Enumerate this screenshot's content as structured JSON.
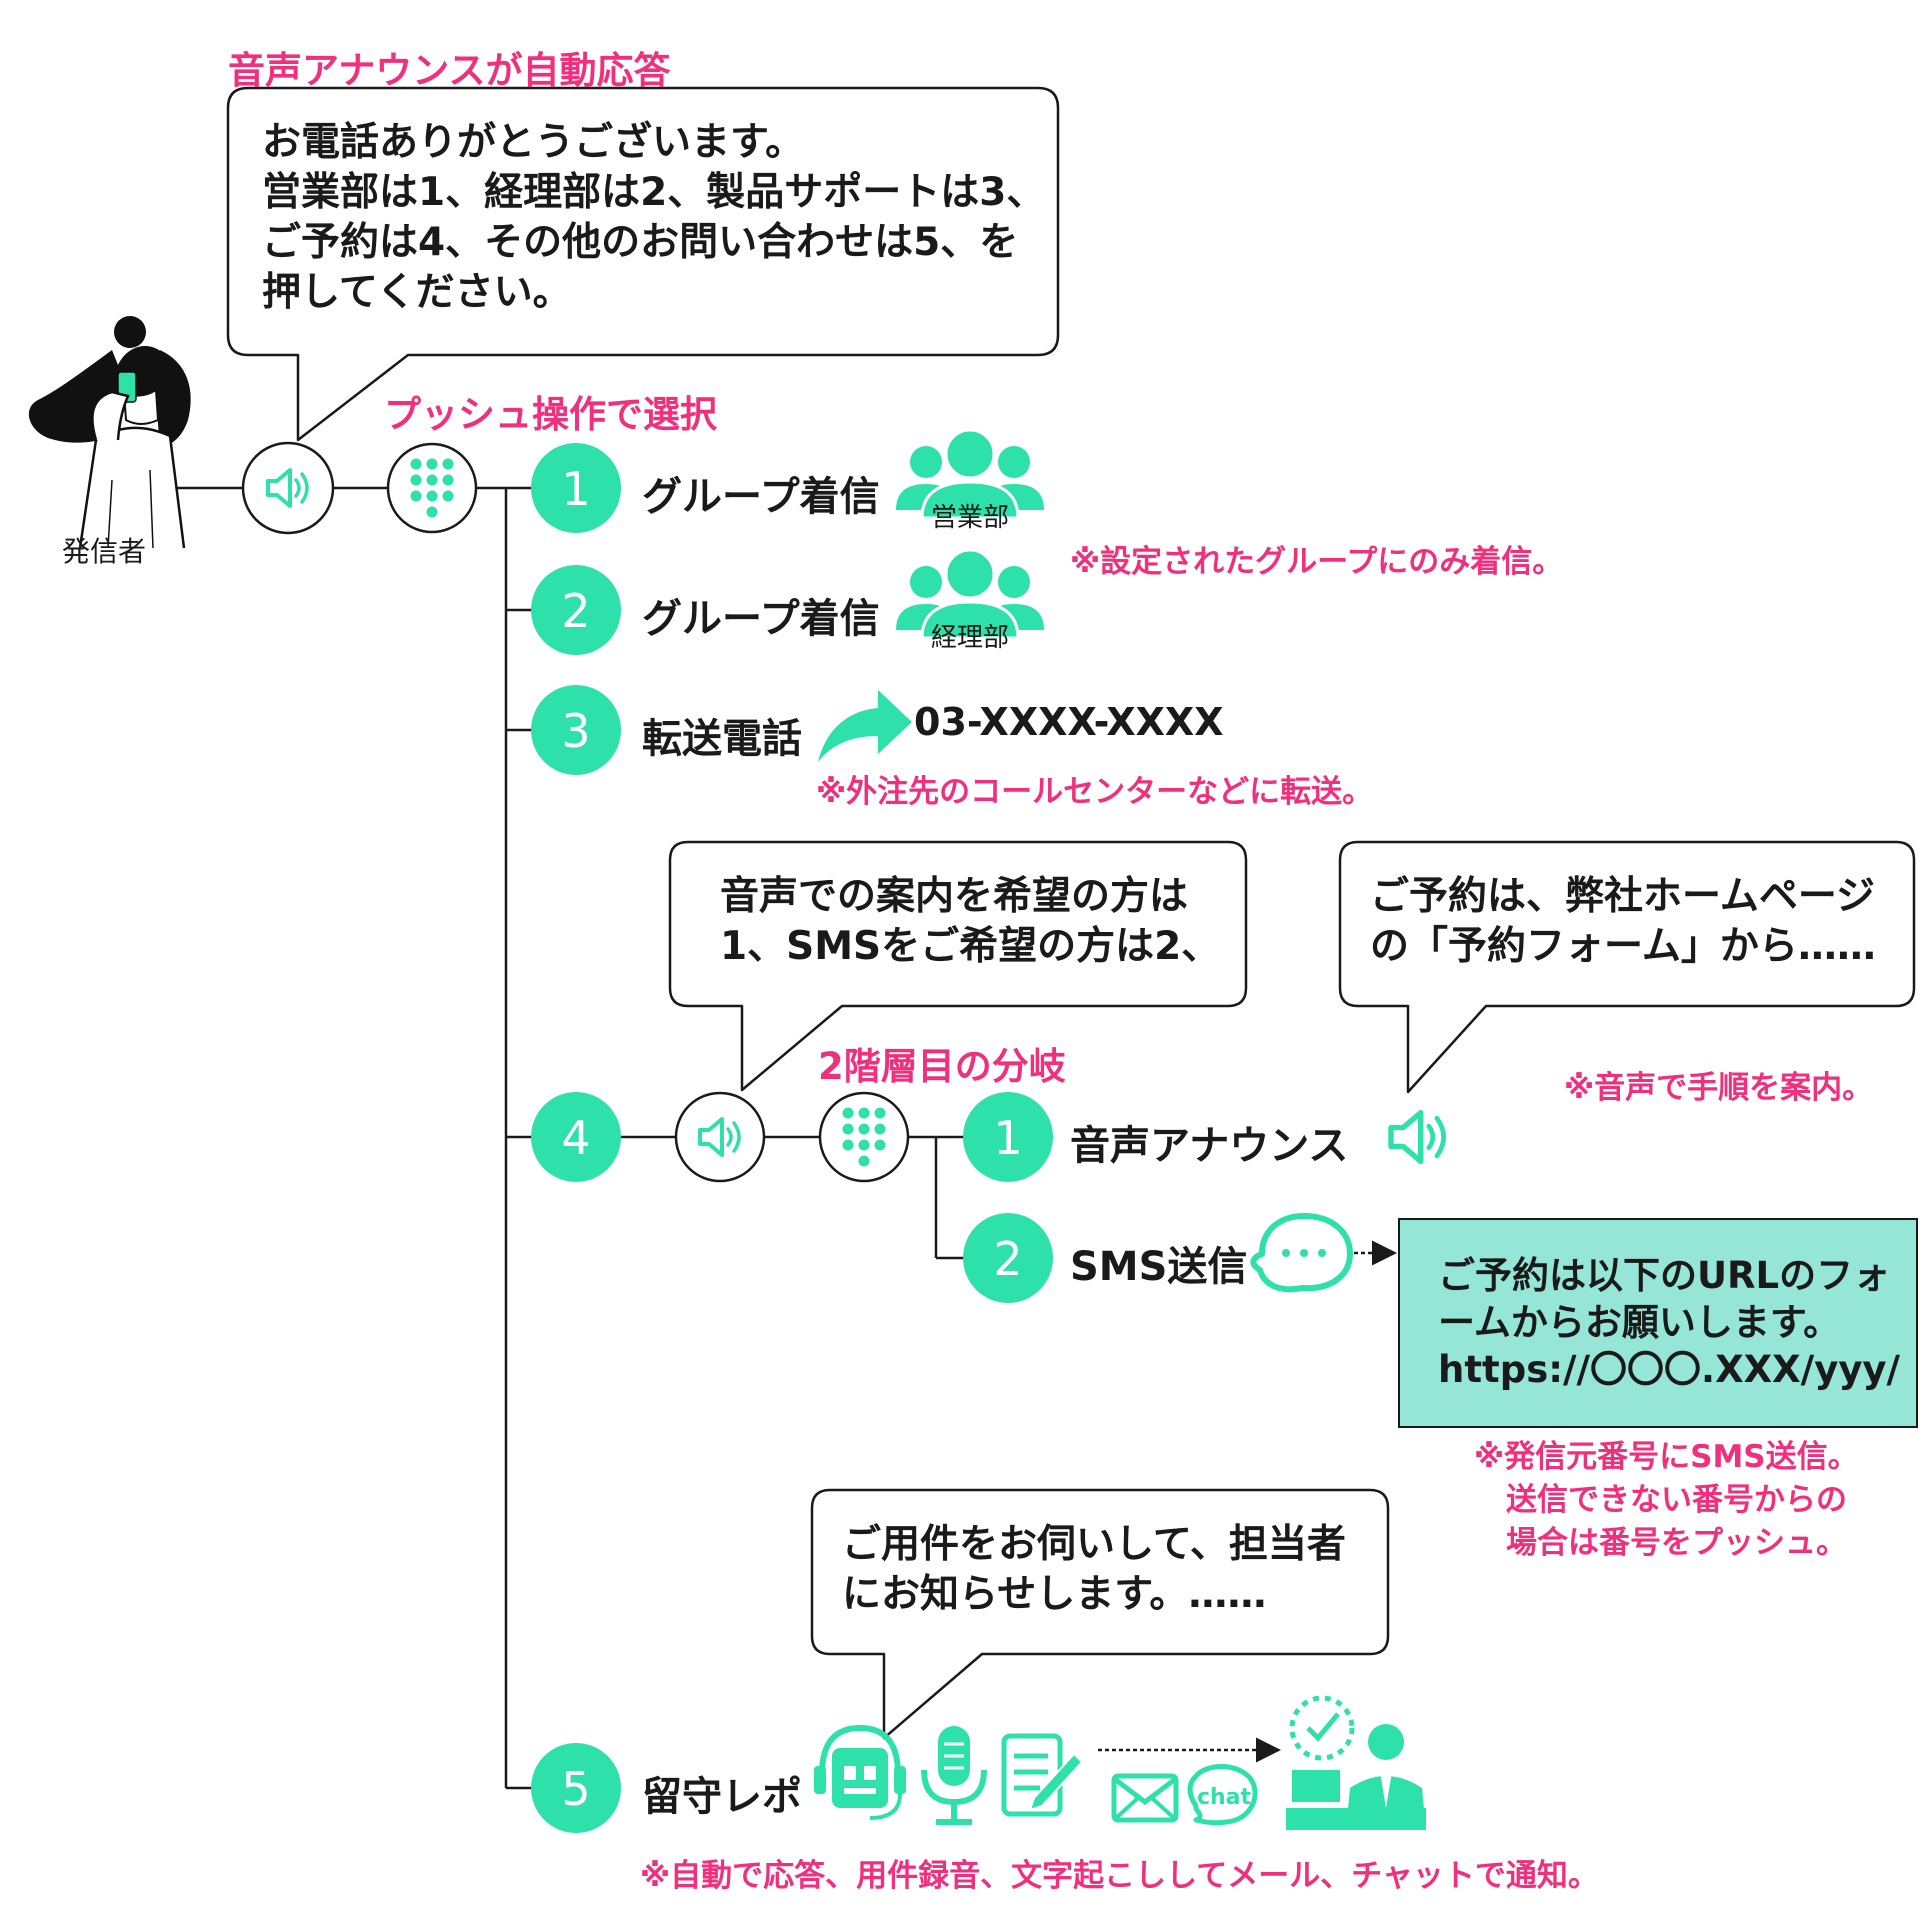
{
  "top_heading": "音声アナウンスが自動応答",
  "greeting_bubble": {
    "lines": [
      "お電話ありがとうございます。",
      "営業部は1、経理部は2、製品サポートは3、",
      "ご予約は4、その他のお問い合わせは5、を",
      "押してください。"
    ]
  },
  "caller_label": "発信者",
  "push_heading": "プッシュ操作で選択",
  "options": [
    {
      "number": "1",
      "label": "グループ着信",
      "group": "営業部"
    },
    {
      "number": "2",
      "label": "グループ着信",
      "group": "経理部"
    },
    {
      "number": "3",
      "label": "転送電話",
      "phone": "03-XXXX-XXXX"
    },
    {
      "number": "4"
    },
    {
      "number": "5",
      "label": "留守レポ"
    }
  ],
  "notes": {
    "group_note": "※設定されたグループにのみ着信。",
    "transfer_note": "※外注先のコールセンターなどに転送。",
    "voice_note": "※音声で手順を案内。",
    "sms_note_lines": [
      "※発信元番号にSMS送信。",
      "送信できない番号からの",
      "場合は番号をプッシュ。"
    ],
    "rusu_note": "※自動で応答、用件録音、文字起こししてメール、チャットで通知。"
  },
  "second_level": {
    "heading": "2階層目の分岐",
    "announce_bubble_lines": [
      "音声での案内を希望の方は",
      "1、SMSをご希望の方は2、"
    ],
    "sub_options": [
      {
        "number": "1",
        "label": "音声アナウンス"
      },
      {
        "number": "2",
        "label": "SMS送信"
      }
    ],
    "reservation_bubble_lines": [
      "ご予約は、弊社ホームページ",
      "の「予約フォーム」から……"
    ],
    "sms_box_lines": [
      "ご予約は以下のURLのフォ",
      "ームからお願いします。",
      "https://〇〇〇.XXX/yyy/"
    ]
  },
  "rusu_bubble_lines": [
    "ご用件をお伺いして、担当者",
    "にお知らせします。……"
  ],
  "chat_icon_text": "chat",
  "colors": {
    "accent": "#2ee0aa",
    "pink": "#f0307d",
    "sms_box": "#96e6d7"
  }
}
